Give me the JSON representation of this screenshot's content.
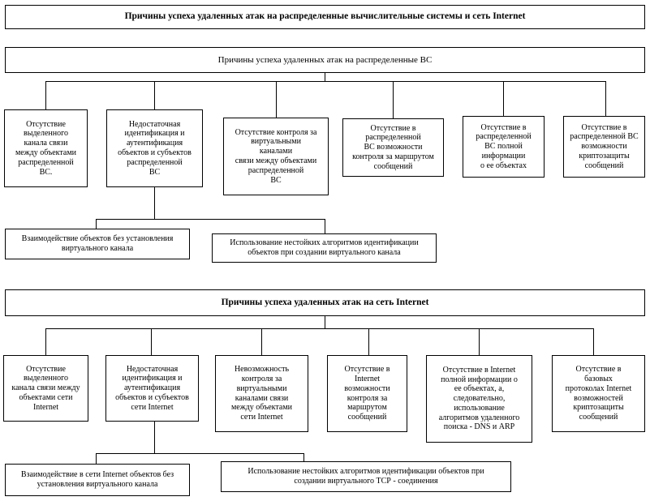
{
  "document": {
    "title": "Причины успеха удаленных атак на распределенные вычислительные системы и сеть Internet"
  },
  "section_ds": {
    "header": "Причины успеха удаленных атак на распределенные ВС",
    "leaves": [
      {
        "text": "Отсутствие\nвыделенного\nканала связи\nмежду объектами\nраспределенной\nВС."
      },
      {
        "text": "Недостаточная\nидентификация и\nаутентификация\nобъектов и субъектов\nраспределенной\nВС"
      },
      {
        "text": "Отсутствие контроля за\nвиртуальными\nканалами\nсвязи между объектами\nраспределенной\nВС"
      },
      {
        "text": "Отсутствие в\nраспределенной\nВС возможности\nконтроля за маршрутом\nсообщений"
      },
      {
        "text": "Отсутствие в\nраспределенной\nВС полной\nинформации\nо ее объектах"
      },
      {
        "text": "Отсутствие в\nраспределенной ВС\nвозможности\nкриптозащиты\nсообщений"
      }
    ],
    "sub_leaves": [
      {
        "text": "Взаимодействие объектов без установления\nвиртуального канала"
      },
      {
        "text": "Использование нестойких алгоритмов идентификации\nобъектов при создании виртуального канала"
      }
    ]
  },
  "section_internet": {
    "header": "Причины успеха удаленных атак на сеть Internet",
    "leaves": [
      {
        "text": "Отсутствие\nвыделенного\nканала связи между\nобъектами сети\nInternet"
      },
      {
        "text": "Недостаточная\nидентификация и\nаутентификация\nобъектов и субъектов\nсети Internet"
      },
      {
        "text": "Невозможность\nконтроля за\nвиртуальными\nканалами связи\nмежду объектами\nсети Internet"
      },
      {
        "text": "Отсутствие в\nInternet\nвозможности\nконтроля за\nмаршрутом\nсообщений"
      },
      {
        "text": "Отсутствие в Internet\nполной информации о\nее объектах, а,\nследовательно,\nиспользование\nалгоритмов удаленного\nпоиска - DNS и ARP"
      },
      {
        "text": "Отсутствие в\nбазовых\nпротоколах Internet\nвозможностей\nкриптозащиты\nсообщений"
      }
    ],
    "sub_leaves": [
      {
        "text": "Взаимодействие в сети Internet объектов без\nустановления виртуального канала"
      },
      {
        "text": "Использование нестойких алгоритмов идентификации объектов при\nсоздании виртуального ТСР - соединения"
      }
    ]
  },
  "colors": {
    "border": "#000000",
    "background": "#ffffff",
    "text": "#000000"
  }
}
